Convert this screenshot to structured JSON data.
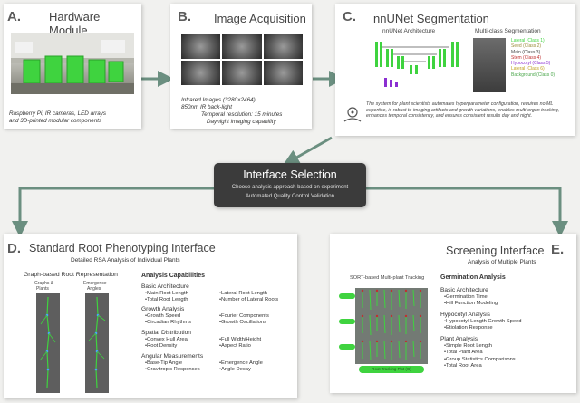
{
  "colors": {
    "arrow": "#6b8f80",
    "dark_box": "#3b3b3b",
    "green": "#3fd33f",
    "violet": "#8b2fd1"
  },
  "panels": {
    "a": {
      "letter": "A.",
      "title": "Hardware Module",
      "caption": [
        "Raspberry Pi, IR cameras, LED arrays",
        "and 3D-printed modular components"
      ]
    },
    "b": {
      "letter": "B.",
      "title": "Image Acquisition",
      "lines": [
        "Infrared Images (3280×2464)",
        "850nm IR back-light",
        "Temporal resolution: 15 minutes",
        "Daynight imaging capability"
      ]
    },
    "c": {
      "letter": "C.",
      "title": "nnUNet Segmentation",
      "arch_label": "nnUNet Architecture",
      "seg_label": "Multi-class Segmentation",
      "classes": [
        {
          "label": "Lateral (Class 1)",
          "color": "#3fd33f"
        },
        {
          "label": "Seed (Class 2)",
          "color": "#9a8c3a"
        },
        {
          "label": "Main (Class 3)",
          "color": "#444444"
        },
        {
          "label": "Stem (Class 4)",
          "color": "#c03030"
        },
        {
          "label": "Hypocotyl (Class 5)",
          "color": "#8b2fd1"
        },
        {
          "label": "Lateral (Class 6)",
          "color": "#c0a020"
        },
        {
          "label": "Background (Class 0)",
          "color": "#4aa64a"
        }
      ],
      "description": "The system for plant scientists automates hyperparameter configuration, requires no ML expertise, is robust to imaging artifacts and growth variations, enables multi-organ tracking, enhances temporal consistency, and ensures consistent results day and night."
    },
    "interface": {
      "title": "Interface Selection",
      "line1": "Choose analysis approach based on experiment",
      "line2": "Automated Quality Control Validation"
    },
    "d": {
      "letter": "D.",
      "title": "Standard Root Phenotyping Interface",
      "subtitle": "Detailed RSA Analysis of Individual Plants",
      "graph_label": "Graph-based Root Representation",
      "img1_label": [
        "Graphs &",
        "Plants"
      ],
      "img2_label": [
        "Emergence",
        "Angles"
      ],
      "capabilities_title": "Analysis Capabilities",
      "sections": [
        {
          "title": "Basic Architecture",
          "items": [
            "Main Root Length",
            "Lateral Root Length",
            "Total Root Length",
            "Number of Lateral Roots"
          ]
        },
        {
          "title": "Growth Analysis",
          "items": [
            "Growth Speed",
            "Fourier Components",
            "Circadian Rhythms",
            "Growth Oscillations"
          ]
        },
        {
          "title": "Spatial Distribution",
          "items": [
            "Convex Hull Area",
            "Full Width/Height",
            "Root Density",
            "Aspect Ratio"
          ]
        },
        {
          "title": "Angular Measurements",
          "items": [
            "Base-Tip Angle",
            "Emergence Angle",
            "Gravitropic Responses",
            "Angle Decay"
          ]
        }
      ]
    },
    "e": {
      "letter": "E.",
      "title": "Screening Interface",
      "subtitle": "Analysis of Multiple Plants",
      "tracking_label": "SORT-based Multi-plant Tracking",
      "bottom_tag": "Root Tracking Plot (G)",
      "germination_title": "Germination Analysis",
      "sections": [
        {
          "title": "Basic Architecture",
          "items": [
            "Germination Time",
            "Hill Function Modeling"
          ]
        },
        {
          "title": "Hypocotyl Analysis",
          "items": [
            "Hypocotyl Length Growth Speed",
            "Etiolation Response"
          ]
        },
        {
          "title": "Plant Analysis",
          "items": [
            "Simple Root Length",
            "Total Plant Area",
            "Group Statistics Comparisons",
            "Total Root Area"
          ]
        }
      ]
    }
  }
}
